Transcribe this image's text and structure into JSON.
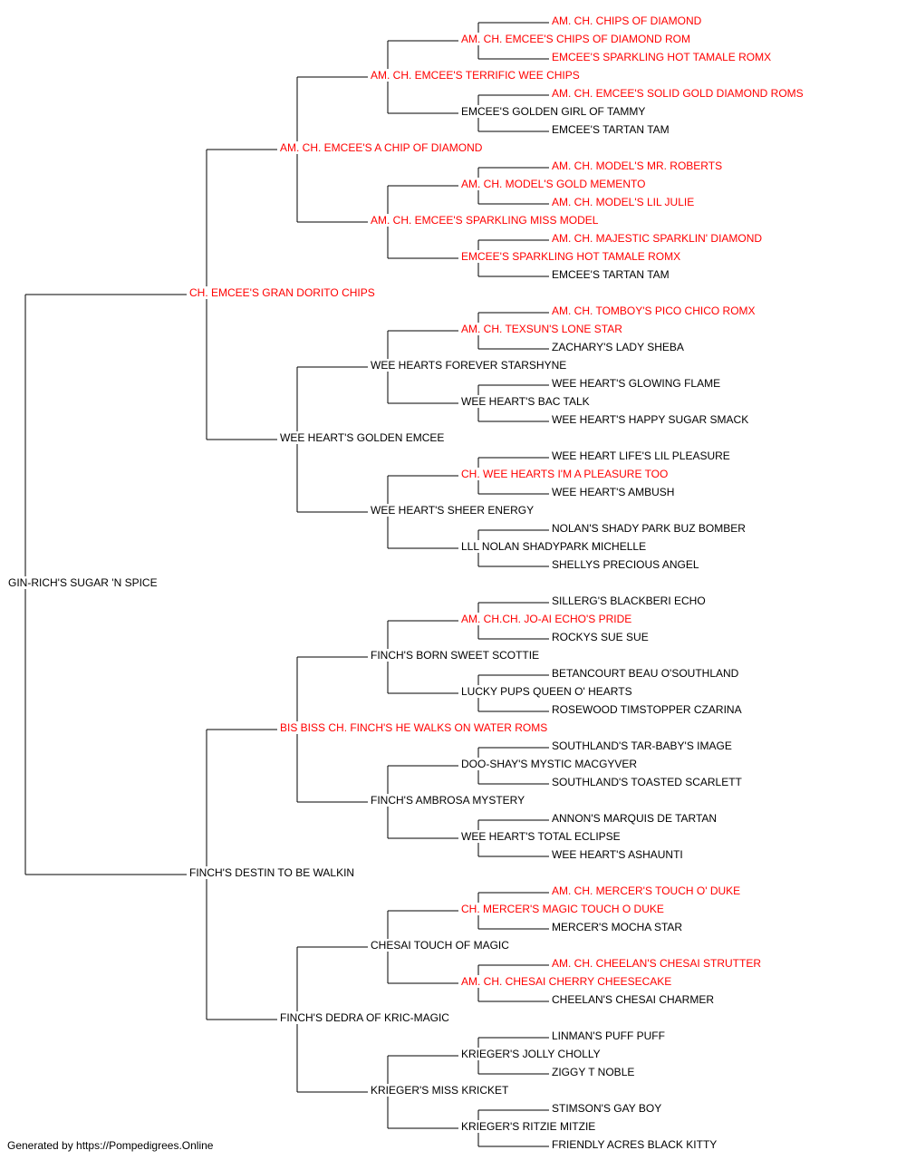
{
  "pedigree": {
    "subject": {
      "name": "GIN-RICH'S SUGAR 'N SPICE",
      "champion": false
    },
    "sire": {
      "name": "CH. EMCEE'S GRAN DORITO CHIPS",
      "champion": true
    },
    "dam": {
      "name": "FINCH'S DESTIN TO BE WALKIN",
      "champion": false
    },
    "gen2": [
      {
        "name": "AM. CH. EMCEE'S A CHIP OF DIAMOND",
        "champion": true
      },
      {
        "name": "WEE HEART'S GOLDEN EMCEE",
        "champion": false
      },
      {
        "name": "BIS BISS CH. FINCH'S HE WALKS ON WATER ROMS",
        "champion": true
      },
      {
        "name": "FINCH'S DEDRA OF KRIC-MAGIC",
        "champion": false
      }
    ],
    "gen3": [
      {
        "name": "AM. CH. EMCEE'S TERRIFIC WEE CHIPS",
        "champion": true
      },
      {
        "name": "AM. CH. EMCEE'S SPARKLING MISS MODEL",
        "champion": true
      },
      {
        "name": "WEE HEARTS FOREVER STARSHYNE",
        "champion": false
      },
      {
        "name": "WEE HEART'S SHEER ENERGY",
        "champion": false
      },
      {
        "name": "FINCH'S BORN SWEET SCOTTIE",
        "champion": false
      },
      {
        "name": "FINCH'S AMBROSA MYSTERY",
        "champion": false
      },
      {
        "name": "CHESAI TOUCH OF MAGIC",
        "champion": false
      },
      {
        "name": "KRIEGER'S MISS KRICKET",
        "champion": false
      }
    ],
    "gen4": [
      {
        "name": "AM. CH. EMCEE'S CHIPS OF DIAMOND ROM",
        "champion": true
      },
      {
        "name": "EMCEE'S GOLDEN GIRL OF TAMMY",
        "champion": false
      },
      {
        "name": "AM. CH. MODEL'S GOLD MEMENTO",
        "champion": true
      },
      {
        "name": "EMCEE'S SPARKLING HOT TAMALE ROMX",
        "champion": true
      },
      {
        "name": "AM. CH. TEXSUN'S LONE STAR",
        "champion": true
      },
      {
        "name": "WEE HEART'S BAC TALK",
        "champion": false
      },
      {
        "name": "CH. WEE HEARTS I'M A PLEASURE TOO",
        "champion": true
      },
      {
        "name": "LLL NOLAN SHADYPARK MICHELLE",
        "champion": false
      },
      {
        "name": "AM. CH.CH. JO-AI ECHO'S PRIDE",
        "champion": true
      },
      {
        "name": "LUCKY PUPS QUEEN O' HEARTS",
        "champion": false
      },
      {
        "name": "DOO-SHAY'S MYSTIC MACGYVER",
        "champion": false
      },
      {
        "name": "WEE HEART'S TOTAL ECLIPSE",
        "champion": false
      },
      {
        "name": "CH. MERCER'S MAGIC TOUCH O DUKE",
        "champion": true
      },
      {
        "name": "AM. CH. CHESAI CHERRY CHEESECAKE",
        "champion": true
      },
      {
        "name": "KRIEGER'S JOLLY CHOLLY",
        "champion": false
      },
      {
        "name": "KRIEGER'S RITZIE MITZIE",
        "champion": false
      }
    ],
    "gen5": [
      {
        "name": "AM. CH. CHIPS OF DIAMOND",
        "champion": true
      },
      {
        "name": "EMCEE'S SPARKLING HOT TAMALE ROMX",
        "champion": true
      },
      {
        "name": "AM. CH. EMCEE'S SOLID GOLD DIAMOND ROMS",
        "champion": true
      },
      {
        "name": "EMCEE'S TARTAN TAM",
        "champion": false
      },
      {
        "name": "AM. CH. MODEL'S MR. ROBERTS",
        "champion": true
      },
      {
        "name": "AM. CH. MODEL'S LIL JULIE",
        "champion": true
      },
      {
        "name": "AM. CH. MAJESTIC SPARKLIN' DIAMOND",
        "champion": true
      },
      {
        "name": "EMCEE'S TARTAN TAM",
        "champion": false
      },
      {
        "name": "AM. CH. TOMBOY'S PICO CHICO ROMX",
        "champion": true
      },
      {
        "name": "ZACHARY'S LADY SHEBA",
        "champion": false
      },
      {
        "name": "WEE HEART'S GLOWING FLAME",
        "champion": false
      },
      {
        "name": "WEE HEART'S HAPPY SUGAR SMACK",
        "champion": false
      },
      {
        "name": "WEE HEART LIFE'S LIL PLEASURE",
        "champion": false
      },
      {
        "name": "WEE HEART'S AMBUSH",
        "champion": false
      },
      {
        "name": "NOLAN'S SHADY PARK BUZ BOMBER",
        "champion": false
      },
      {
        "name": "SHELLYS PRECIOUS ANGEL",
        "champion": false
      },
      {
        "name": "SILLERG'S BLACKBERI ECHO",
        "champion": false
      },
      {
        "name": "ROCKYS SUE SUE",
        "champion": false
      },
      {
        "name": "BETANCOURT BEAU O'SOUTHLAND",
        "champion": false
      },
      {
        "name": "ROSEWOOD TIMSTOPPER CZARINA",
        "champion": false
      },
      {
        "name": "SOUTHLAND'S TAR-BABY'S IMAGE",
        "champion": false
      },
      {
        "name": "SOUTHLAND'S TOASTED SCARLETT",
        "champion": false
      },
      {
        "name": "ANNON'S MARQUIS DE TARTAN",
        "champion": false
      },
      {
        "name": "WEE HEART'S ASHAUNTI",
        "champion": false
      },
      {
        "name": "AM. CH. MERCER'S TOUCH O' DUKE",
        "champion": true
      },
      {
        "name": "MERCER'S MOCHA STAR",
        "champion": false
      },
      {
        "name": "AM. CH. CHEELAN'S CHESAI STRUTTER",
        "champion": true
      },
      {
        "name": "CHEELAN'S CHESAI CHARMER",
        "champion": false
      },
      {
        "name": "LINMAN'S PUFF PUFF",
        "champion": false
      },
      {
        "name": "ZIGGY T NOBLE",
        "champion": false
      },
      {
        "name": "STIMSON'S GAY BOY",
        "champion": false
      },
      {
        "name": "FRIENDLY ACRES BLACK KITTY",
        "champion": false
      }
    ]
  },
  "colors": {
    "champion": "#ff0000",
    "regular": "#000000",
    "line": "#000000"
  },
  "footer": "Generated by https://Pompedigrees.Online"
}
